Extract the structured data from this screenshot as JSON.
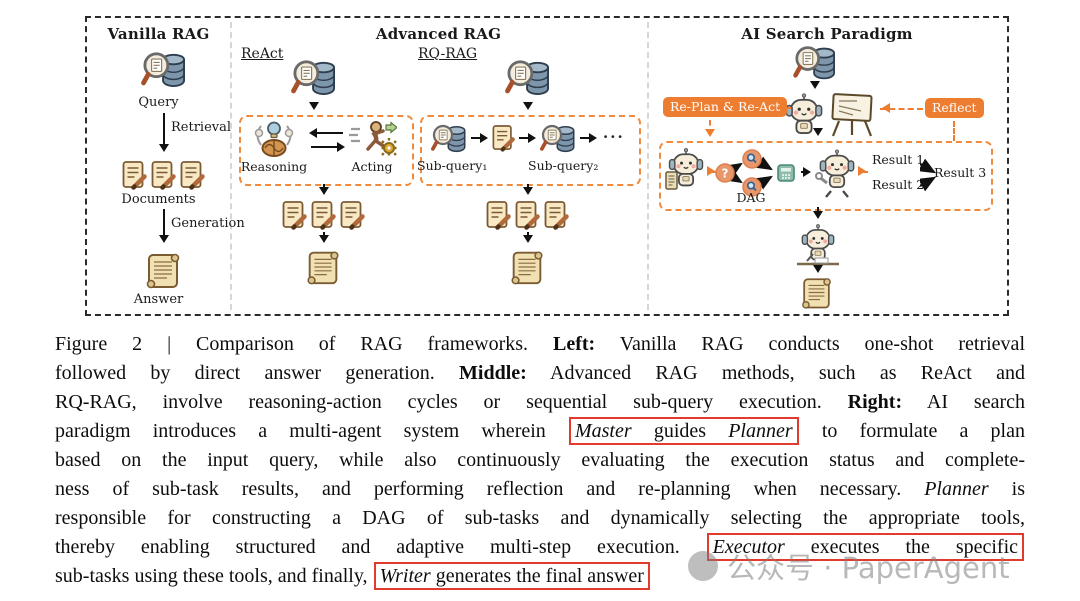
{
  "diagram": {
    "panel_vanilla": {
      "title": "Vanilla RAG",
      "query_label": "Query",
      "retrieval_label": "Retrieval",
      "documents_label": "Documents",
      "generation_label": "Generation",
      "answer_label": "Answer"
    },
    "panel_advanced": {
      "title": "Advanced RAG",
      "react_title": "ReAct",
      "reasoning_label": "Reasoning",
      "acting_label": "Acting",
      "rqrag_title": "RQ-RAG",
      "subquery1_label": "Sub-query₁",
      "subquery2_label": "Sub-query₂",
      "ellipsis": "···"
    },
    "panel_ai": {
      "title": "AI Search Paradigm",
      "replan_label": "Re-Plan & Re-Act",
      "reflect_label": "Reflect",
      "dag_label": "DAG",
      "question_glyph": "?",
      "result1": "Result 1",
      "result2": "Result 2",
      "result3": "Result 3"
    }
  },
  "caption": {
    "lines": [
      {
        "segs": [
          {
            "t": "Figure 2 | Comparison of RAG frameworks.  "
          },
          {
            "t": "Left:"
          },
          {
            "t": " Vanilla RAG conducts one-shot retrieval"
          }
        ]
      },
      {
        "segs": [
          {
            "t": "followed by direct answer generation. "
          },
          {
            "t": "Middle:"
          },
          {
            "t": " Advanced RAG methods, such as ReAct and"
          }
        ]
      },
      {
        "segs": [
          {
            "t": "RQ-RAG, involve reasoning-action cycles or sequential sub-query execution. "
          },
          {
            "t": "Right:"
          },
          {
            "t": " AI search"
          }
        ]
      },
      {
        "segs": [
          {
            "t": "paradigm introduces a multi-agent system wherein "
          },
          {
            "t": "Master"
          },
          {
            "t": " guides "
          },
          {
            "t": "Planner"
          },
          {
            "t": " to formulate a plan"
          }
        ]
      },
      {
        "segs": [
          {
            "t": "based on the input query, while also continuously evaluating the execution status and complete-"
          }
        ]
      },
      {
        "segs": [
          {
            "t": "ness of sub-task results, and performing reflection and re-planning when necessary. "
          },
          {
            "t": "Planner"
          },
          {
            "t": " is"
          }
        ]
      },
      {
        "segs": [
          {
            "t": "responsible for constructing a DAG of sub-tasks and dynamically selecting the appropriate tools,"
          }
        ]
      },
      {
        "segs": [
          {
            "t": "thereby enabling structured and adaptive multi-step execution. "
          },
          {
            "t": "Executor"
          },
          {
            "t": " executes the specific"
          }
        ]
      },
      {
        "segs": [
          {
            "t": "sub-tasks using these tools, and finally, "
          },
          {
            "t": "Writer"
          },
          {
            "t": " generates the final answer"
          }
        ]
      }
    ]
  },
  "watermark": {
    "text": "公众号 · PaperAgent"
  },
  "colors": {
    "accent_orange": "#ED7D31",
    "annotation_red": "#E23B2E",
    "figure_border": "#2A2A2A",
    "panel_divider": "#D6D6D6",
    "watermark_gray": "#7D7D7D"
  }
}
